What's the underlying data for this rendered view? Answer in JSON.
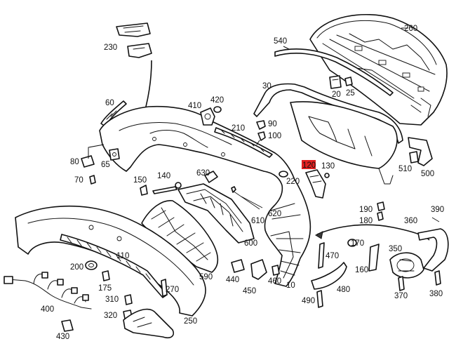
{
  "diagram": {
    "highlight_color": "#e02020",
    "callouts": [
      {
        "id": "230",
        "text": "230"
      },
      {
        "id": "260",
        "text": "260"
      },
      {
        "id": "540",
        "text": "540"
      },
      {
        "id": "30",
        "text": "30"
      },
      {
        "id": "20",
        "text": "20"
      },
      {
        "id": "25",
        "text": "25"
      },
      {
        "id": "60",
        "text": "60"
      },
      {
        "id": "410",
        "text": "410"
      },
      {
        "id": "420",
        "text": "420"
      },
      {
        "id": "90",
        "text": "90"
      },
      {
        "id": "210",
        "text": "210"
      },
      {
        "id": "100",
        "text": "100"
      },
      {
        "id": "220",
        "text": "220"
      },
      {
        "id": "120",
        "text": "120"
      },
      {
        "id": "130",
        "text": "130"
      },
      {
        "id": "80",
        "text": "80"
      },
      {
        "id": "65",
        "text": "65"
      },
      {
        "id": "70",
        "text": "70"
      },
      {
        "id": "150",
        "text": "150"
      },
      {
        "id": "140",
        "text": "140"
      },
      {
        "id": "630",
        "text": "630"
      },
      {
        "id": "510",
        "text": "510"
      },
      {
        "id": "500",
        "text": "500"
      },
      {
        "id": "190",
        "text": "190"
      },
      {
        "id": "180",
        "text": "180"
      },
      {
        "id": "620",
        "text": "620"
      },
      {
        "id": "610",
        "text": "610"
      },
      {
        "id": "390",
        "text": "390"
      },
      {
        "id": "360",
        "text": "360"
      },
      {
        "id": "600",
        "text": "600"
      },
      {
        "id": "110",
        "text": "110"
      },
      {
        "id": "170",
        "text": "170"
      },
      {
        "id": "350",
        "text": "350"
      },
      {
        "id": "470",
        "text": "470"
      },
      {
        "id": "160",
        "text": "160"
      },
      {
        "id": "200",
        "text": "200"
      },
      {
        "id": "590",
        "text": "590"
      },
      {
        "id": "440",
        "text": "440"
      },
      {
        "id": "460",
        "text": "460"
      },
      {
        "id": "10",
        "text": "10"
      },
      {
        "id": "175",
        "text": "175"
      },
      {
        "id": "450",
        "text": "450"
      },
      {
        "id": "270",
        "text": "270"
      },
      {
        "id": "480",
        "text": "480"
      },
      {
        "id": "370",
        "text": "370"
      },
      {
        "id": "380",
        "text": "380"
      },
      {
        "id": "310",
        "text": "310"
      },
      {
        "id": "490",
        "text": "490"
      },
      {
        "id": "400",
        "text": "400"
      },
      {
        "id": "320",
        "text": "320"
      },
      {
        "id": "250",
        "text": "250"
      },
      {
        "id": "430",
        "text": "430"
      }
    ]
  }
}
